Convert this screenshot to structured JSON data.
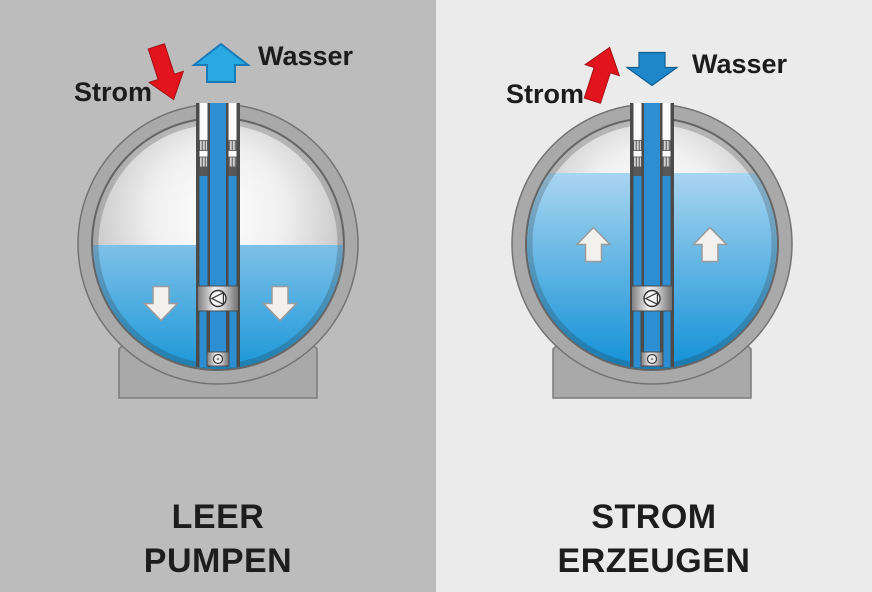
{
  "colors": {
    "panel_left_bg": "#bcbcbc",
    "panel_right_bg": "#ebebeb",
    "shell_gray": "#a9a9a9",
    "strom_red": "#e2141d",
    "wasser_blue_up": "#29a9e1",
    "wasser_blue_down": "#1e87c8",
    "pipe_blue": "#2e8ed2",
    "water_top_left": "#7fc0e8",
    "water_bottom_left": "#1a97d7",
    "water_top_right": "#a9d5ef",
    "water_bottom_right": "#1190d6",
    "flow_arrow_white": "#f2f1ee",
    "text": "#1c1c1c"
  },
  "left": {
    "strom_label": "Strom",
    "wasser_label": "Wasser",
    "caption_line1": "LEER",
    "caption_line2": "PUMPEN"
  },
  "right": {
    "strom_label": "Strom",
    "wasser_label": "Wasser",
    "caption_line1": "STROM",
    "caption_line2": "ERZEUGEN"
  },
  "icons": {
    "left_strom": "red-arrow-down-into-tank",
    "left_wasser": "blue-arrow-up-out-of-tank",
    "left_water_flow": "white-arrows-down",
    "right_strom": "red-arrow-up-out-of-tank",
    "right_wasser": "blue-arrow-down-into-tank",
    "right_water_flow": "white-arrows-up",
    "pump": "pump-circle-triangle-symbol"
  }
}
